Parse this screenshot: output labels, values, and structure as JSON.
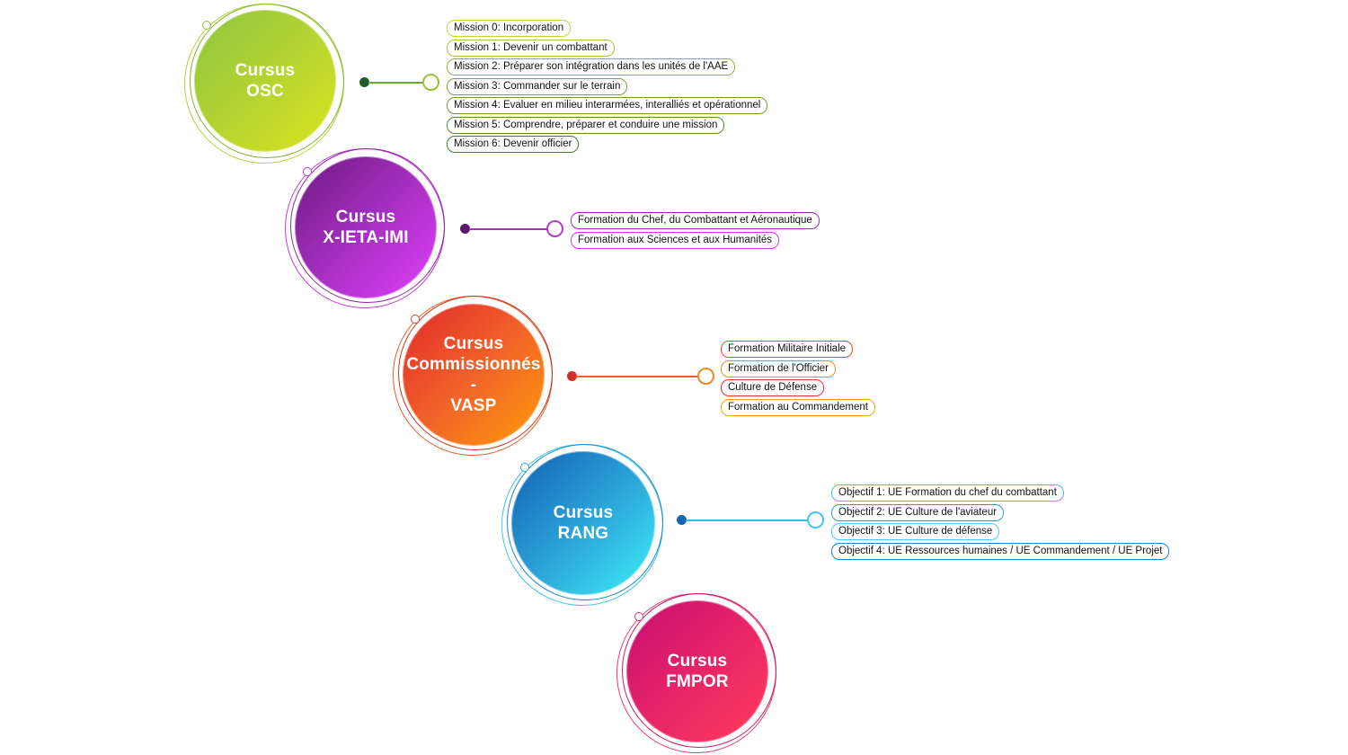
{
  "cursus": [
    {
      "id": "osc",
      "title_lines": [
        "Cursus",
        "OSC"
      ],
      "gradient": [
        "#8cc63f",
        "#dce41c"
      ],
      "ring_color": "#b5d334",
      "ring_color2": "#7fb634",
      "knob_color": "#8cc63f",
      "dot_color": "#1d5e2a",
      "line_color": "#6aa832",
      "hollow_color": "#9cc23a",
      "items": [
        {
          "text": "Mission 0: Incorporation",
          "color": "#c8d43a"
        },
        {
          "text": "Mission 1: Devenir un combattant",
          "color": "#a9c53a"
        },
        {
          "text": "Mission 2: Préparer son intégration dans les unités de l'AAE",
          "color": "#8cb83a"
        },
        {
          "text": "Mission 3: Commander sur le terrain",
          "color": "#7aa936"
        },
        {
          "text": "Mission 4: Evaluer en milieu interarmées, interalliés et opérationnel",
          "color": "#6a9a34"
        },
        {
          "text": "Mission 5: Comprendre, préparer et conduire une mission",
          "color": "#5c8a30"
        },
        {
          "text": "Mission 6: Devenir officier",
          "color": "#4f7a2c"
        }
      ]
    },
    {
      "id": "x-ieta-imi",
      "title_lines": [
        "Cursus",
        "X-IETA-IMI"
      ],
      "gradient": [
        "#7c1e8e",
        "#e040fb"
      ],
      "ring_color": "#c33bd8",
      "ring_color2": "#8e2aa0",
      "knob_color": "#b23bc8",
      "dot_color": "#5e1670",
      "line_color": "#a52fb8",
      "hollow_color": "#b83acb",
      "items": [
        {
          "text": "Formation du Chef, du Combattant et Aéronautique",
          "color": "#9a2fae"
        },
        {
          "text": "Formation aux Sciences et aux Humanités",
          "color": "#c044d4"
        }
      ]
    },
    {
      "id": "commissionnes-vasp",
      "title_lines": [
        "Cursus",
        "Commissionnés",
        "-",
        "VASP"
      ],
      "gradient": [
        "#e8302a",
        "#ff9d0a"
      ],
      "ring_color": "#e85a2a",
      "ring_color2": "#c0391f",
      "knob_color": "#e0452a",
      "dot_color": "#d82a2a",
      "line_color": "#e8652a",
      "hollow_color": "#f08a22",
      "items": [
        {
          "text": "Formation Militaire Initiale",
          "color": "#e64a2a"
        },
        {
          "text": "Formation de l'Officier",
          "color": "#f08a22"
        },
        {
          "text": "Culture de Défense",
          "color": "#e8303a"
        },
        {
          "text": "Formation au Commandement",
          "color": "#f5a020"
        }
      ]
    },
    {
      "id": "rang",
      "title_lines": [
        "Cursus",
        "RANG"
      ],
      "gradient": [
        "#1367b5",
        "#3ff0f8"
      ],
      "ring_color": "#3cc8e6",
      "ring_color2": "#1e8ac8",
      "knob_color": "#2aa3d6",
      "dot_color": "#1466b0",
      "line_color": "#3ab8e0",
      "hollow_color": "#44c6e8",
      "items": [
        {
          "text": "Objectif 1: UE Formation du chef du combattant",
          "color": "#3ec4e6"
        },
        {
          "text": "Objectif 2: UE Culture de l'aviateur",
          "color": "#2a9fd2"
        },
        {
          "text": "Objectif 3: UE Culture de défense",
          "color": "#49cfe8"
        },
        {
          "text": "Objectif 4: UE Ressources humaines / UE Commandement / UE Projet",
          "color": "#1f84c0"
        }
      ]
    },
    {
      "id": "fmpor",
      "title_lines": [
        "Cursus",
        "FMPOR"
      ],
      "gradient": [
        "#d4127a",
        "#ff3d5a"
      ],
      "ring_color": "#e83a74",
      "ring_color2": "#c81c6a",
      "knob_color": "#e03070",
      "dot_color": "",
      "line_color": "",
      "hollow_color": "",
      "items": []
    }
  ]
}
